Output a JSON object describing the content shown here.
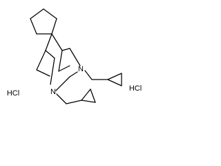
{
  "structure": {
    "atoms": {
      "n_upper": "N",
      "n_lower": "N"
    },
    "counterions": {
      "left": "HCl",
      "right": "HCl"
    },
    "colors": {
      "bond": "#000000",
      "label": "#000000",
      "background": "#ffffff"
    }
  }
}
